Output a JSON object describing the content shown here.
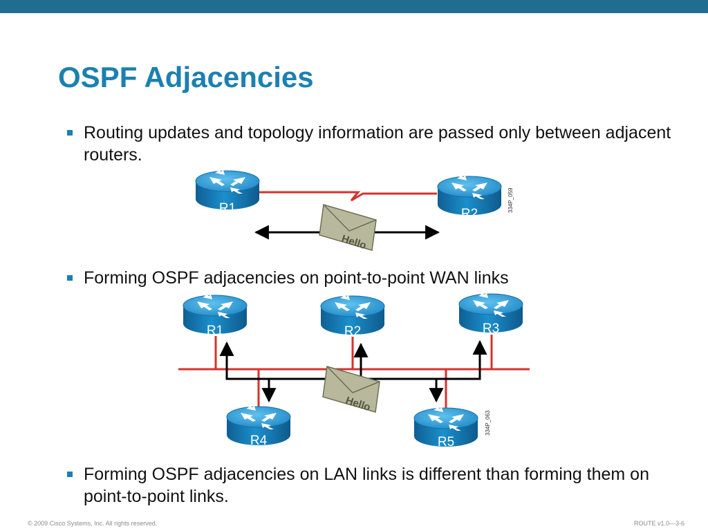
{
  "slide": {
    "title": "OSPF Adjacencies",
    "bullets": [
      "Routing updates and topology information are passed only between adjacent routers.",
      "Forming OSPF adjacencies on point-to-point WAN links",
      "Forming OSPF adjacencies on LAN links is different than forming them on point-to-point links."
    ]
  },
  "diagram_wan": {
    "routers": [
      "R1",
      "R2"
    ],
    "envelope_label": "Hello",
    "figure_code": "334P_059"
  },
  "diagram_lan": {
    "routers": [
      "R1",
      "R2",
      "R3",
      "R4",
      "R5"
    ],
    "envelope_label": "Hello",
    "figure_code": "334P_063"
  },
  "colors": {
    "accent": "#1c80b0",
    "router_blue": "#1a86c4",
    "link_red": "#d6322c",
    "envelope": "#b8b89c"
  },
  "footer": {
    "copyright": "© 2009 Cisco Systems, Inc. All rights reserved.",
    "course_ref": "ROUTE v1.0—3-6"
  }
}
